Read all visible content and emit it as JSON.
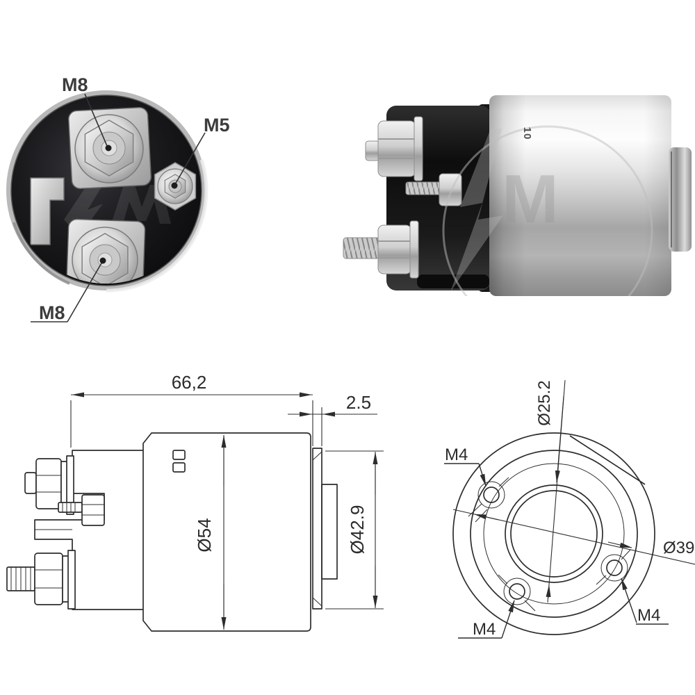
{
  "front_photo": {
    "labels": {
      "top_terminal": "M8",
      "side_terminal": "M5",
      "bottom_terminal": "M8"
    }
  },
  "side_photo": {
    "stamp": "10",
    "watermark_letter": "M"
  },
  "side_drawing": {
    "dims": {
      "overall_length": "66,2",
      "flange_thickness": "2.5",
      "body_diameter": "Ø54",
      "flange_diameter": "Ø42.9"
    }
  },
  "end_drawing": {
    "dims": {
      "bore_diameter": "Ø25.2",
      "bolt_circle_diameter": "Ø39"
    },
    "holes": {
      "top_left": "M4",
      "bottom_left": "M4",
      "bottom_right": "M4"
    }
  },
  "colors": {
    "background": "#ffffff",
    "drawing_line": "#2d2d2d",
    "label_text": "#2b2b2b",
    "photo_label_text": "#3c3c3c",
    "photo_face_dark": "#121214",
    "metal_highlight": "#f4f4f4",
    "metal_shadow": "#7d7d7d"
  }
}
